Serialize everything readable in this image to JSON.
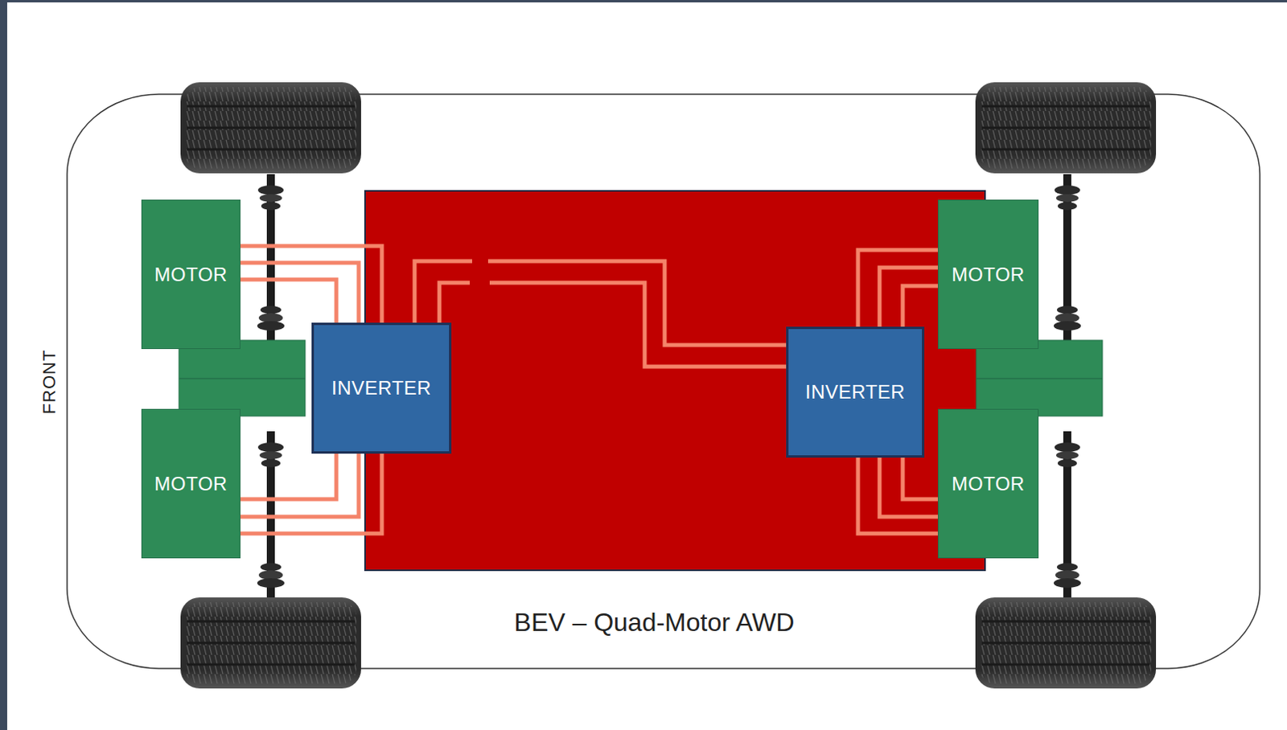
{
  "diagram": {
    "title": "BEV – Quad-Motor AWD",
    "nodes": [
      {
        "text": [
          "MOTOR"
        ]
      },
      {
        "text": [
          "MOTOR"
        ]
      },
      {
        "text": [
          "INVERTER"
        ]
      },
      {
        "text": [
          "INVERTER"
        ]
      },
      {
        "text": [
          "MOTOR"
        ]
      },
      {
        "text": [
          "MOTOR"
        ]
      }
    ],
    "edges": [
      {
        "from": 2,
        "to": 0,
        "arrow": "none"
      },
      {
        "from": 2,
        "to": 1,
        "arrow": "none"
      },
      {
        "from": 3,
        "to": 4,
        "arrow": "none"
      },
      {
        "from": 3,
        "to": 5,
        "arrow": "none"
      },
      {
        "from": 2,
        "to": 3,
        "arrow": "none"
      }
    ],
    "labels": [
      "FRONT"
    ]
  }
}
